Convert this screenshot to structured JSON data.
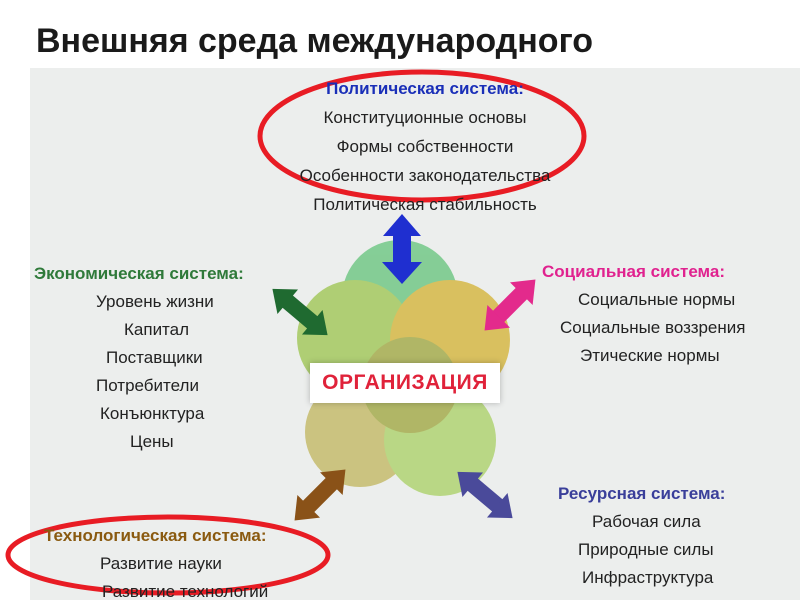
{
  "title": "Внешняя среда международного\nбизнеса",
  "center_label": "ОРГАНИЗАЦИЯ",
  "political": {
    "heading": "Политическая система:",
    "items": [
      "Конституционные основы",
      "Формы собственности",
      "Особенности законодательства",
      "Политическая стабильность"
    ]
  },
  "economic": {
    "heading": "Экономическая система:",
    "items": [
      "Уровень жизни",
      "Капитал",
      "Поставщики",
      "Потребители",
      "Конъюнктура",
      "Цены"
    ]
  },
  "social": {
    "heading": "Социальная система:",
    "items": [
      "Социальные нормы",
      "Социальные воззрения",
      "Этические нормы"
    ]
  },
  "resource": {
    "heading": "Ресурсная система:",
    "items": [
      "Рабочая сила",
      "Природные силы",
      "Инфраструктура"
    ]
  },
  "technological": {
    "heading": "Технологическая система:",
    "items": [
      "Развитие науки",
      "Развитие технологий"
    ]
  },
  "colors": {
    "political_heading": "#1a2fb8",
    "economic_heading": "#2f7a3a",
    "social_heading": "#e0228f",
    "resource_heading": "#3a3f9a",
    "technological_heading": "#8a5a10",
    "highlight_ellipse": "#e81c24",
    "arrow_blue": "#1f2fd0",
    "arrow_green": "#1f6a30",
    "arrow_magenta": "#e32a8c",
    "arrow_purple": "#4a4a9a",
    "arrow_brown": "#8a5218"
  }
}
